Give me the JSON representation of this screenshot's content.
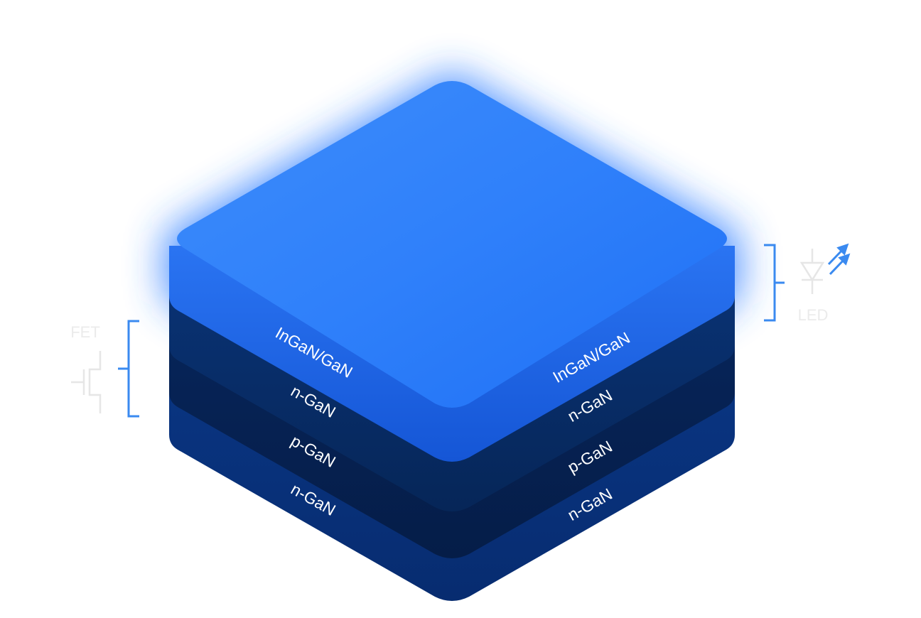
{
  "diagram": {
    "layers": [
      {
        "key": "ingan",
        "left_label": "InGaN/GaN",
        "right_label": "InGaN/GaN"
      },
      {
        "key": "n1",
        "left_label": "n-GaN",
        "right_label": "n-GaN"
      },
      {
        "key": "p",
        "left_label": "p-GaN",
        "right_label": "p-GaN"
      },
      {
        "key": "n2",
        "left_label": "n-GaN",
        "right_label": "n-GaN"
      }
    ],
    "brackets": {
      "fet": {
        "label": "FET",
        "icon": "transistor-icon"
      },
      "led": {
        "label": "LED",
        "icon": "led-icon"
      }
    },
    "colors": {
      "top_face": "#2f7ffa",
      "glow": "#2a7bff",
      "bracket": "#3a8af0",
      "led_arrows": "#3a8af0",
      "faint_icon": "#e6e6e6"
    }
  }
}
